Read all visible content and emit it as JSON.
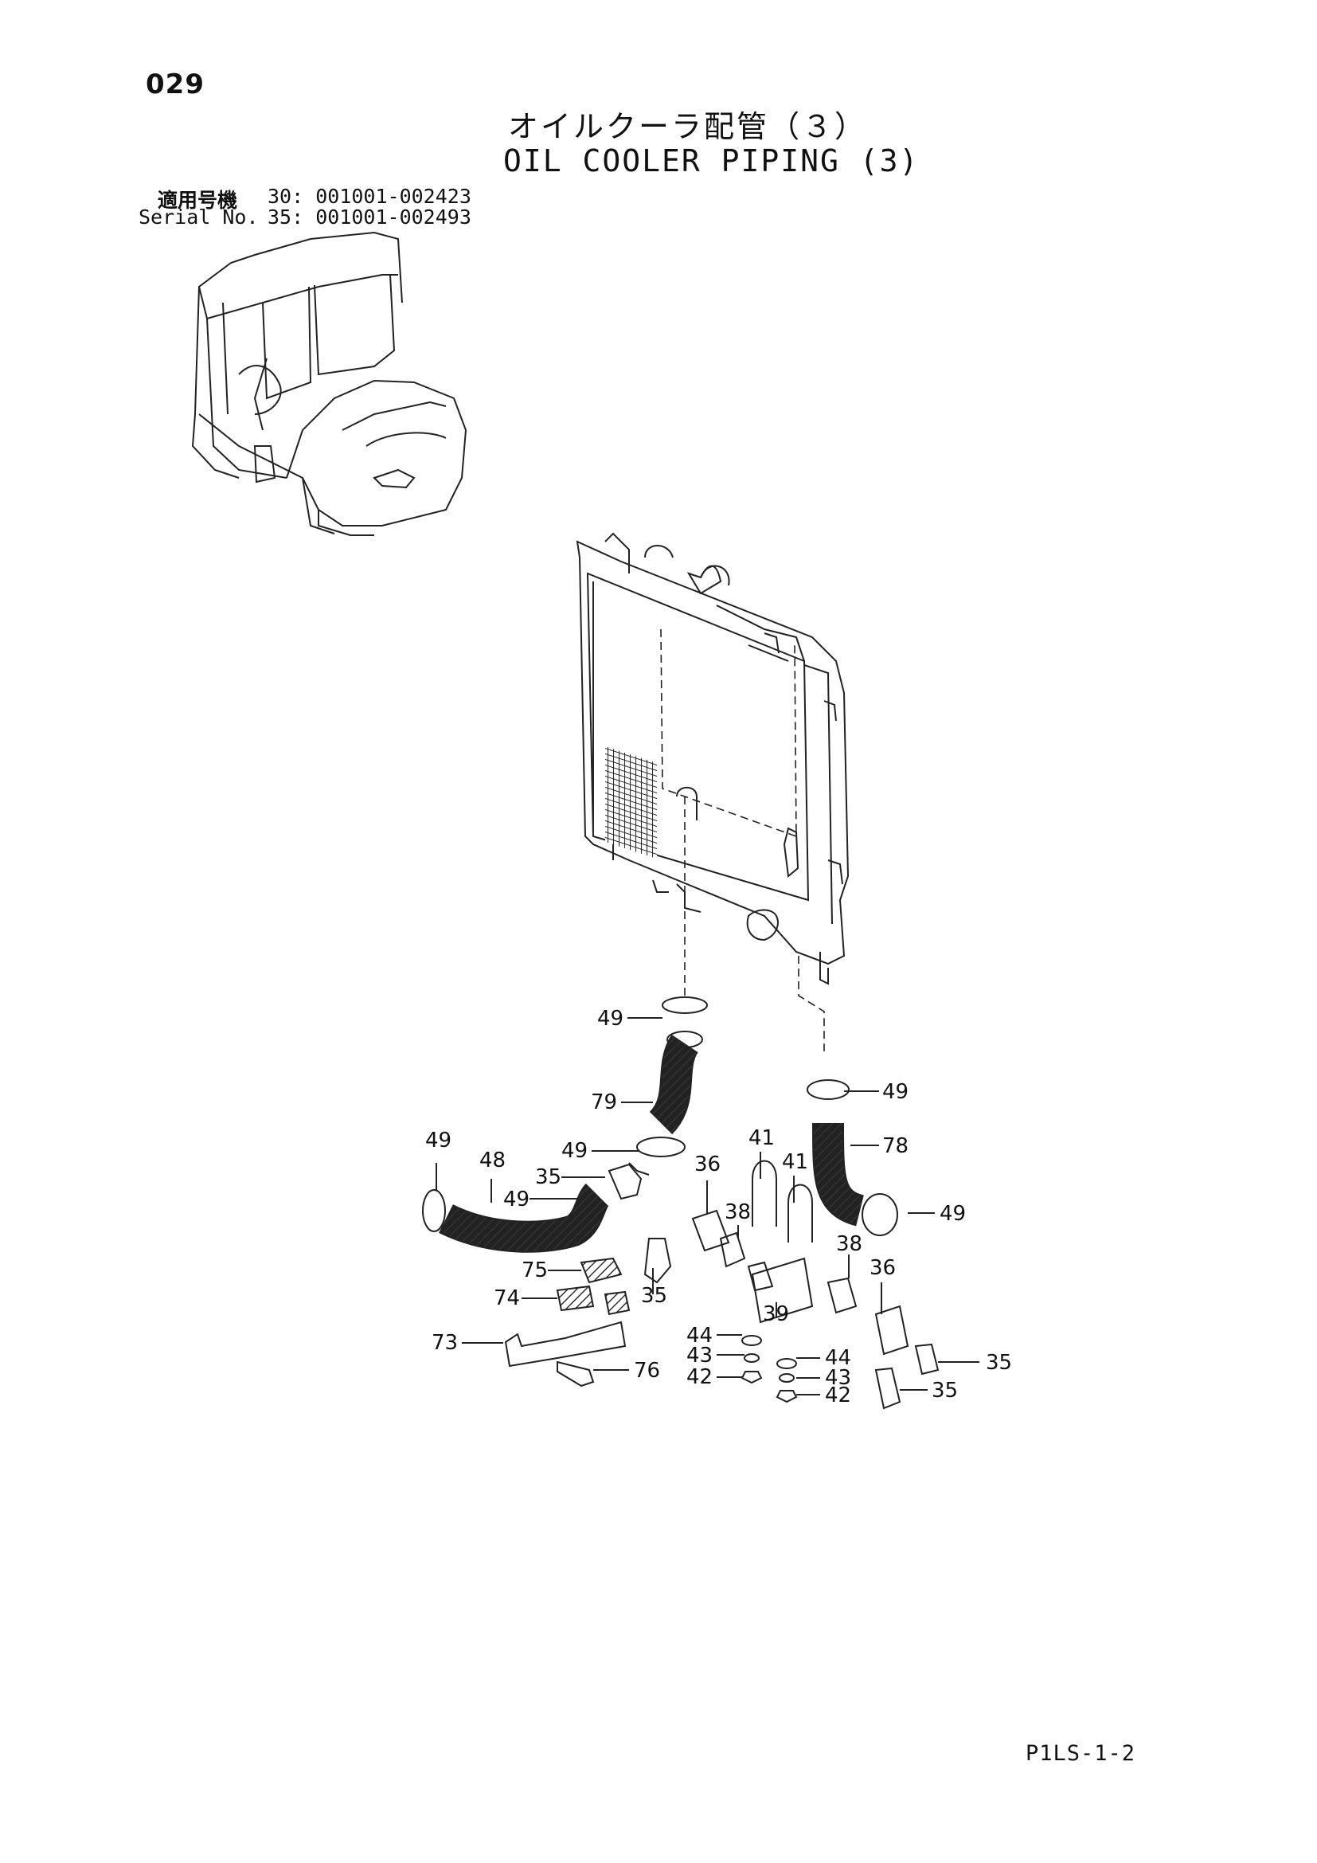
{
  "page_number": "029",
  "title_jp": "オイルクーラ配管（３）",
  "title_en": "OIL COOLER PIPING (3)",
  "serial": {
    "label_jp": "適用号機",
    "label_en": "Serial No.",
    "rows": [
      {
        "model": "30:",
        "range": "001001-002423"
      },
      {
        "model": "35:",
        "range": "001001-002493"
      }
    ]
  },
  "callouts": {
    "c49a": "49",
    "c79": "79",
    "c49b": "49",
    "c78": "78",
    "c49c": "49",
    "c48": "48",
    "c49d": "49",
    "c35a": "35",
    "c49e": "49",
    "c36a": "36",
    "c38a": "38",
    "c41a": "41",
    "c41b": "41",
    "c49f": "49",
    "c35b": "35",
    "c75": "75",
    "c74": "74",
    "c39": "39",
    "c38b": "38",
    "c36b": "36",
    "c73": "73",
    "c44a": "44",
    "c43a": "43",
    "c42a": "42",
    "c44b": "44",
    "c43b": "43",
    "c42b": "42",
    "c76": "76",
    "c35c": "35",
    "c35d": "35"
  },
  "footer_code": "P1LS-1-2"
}
